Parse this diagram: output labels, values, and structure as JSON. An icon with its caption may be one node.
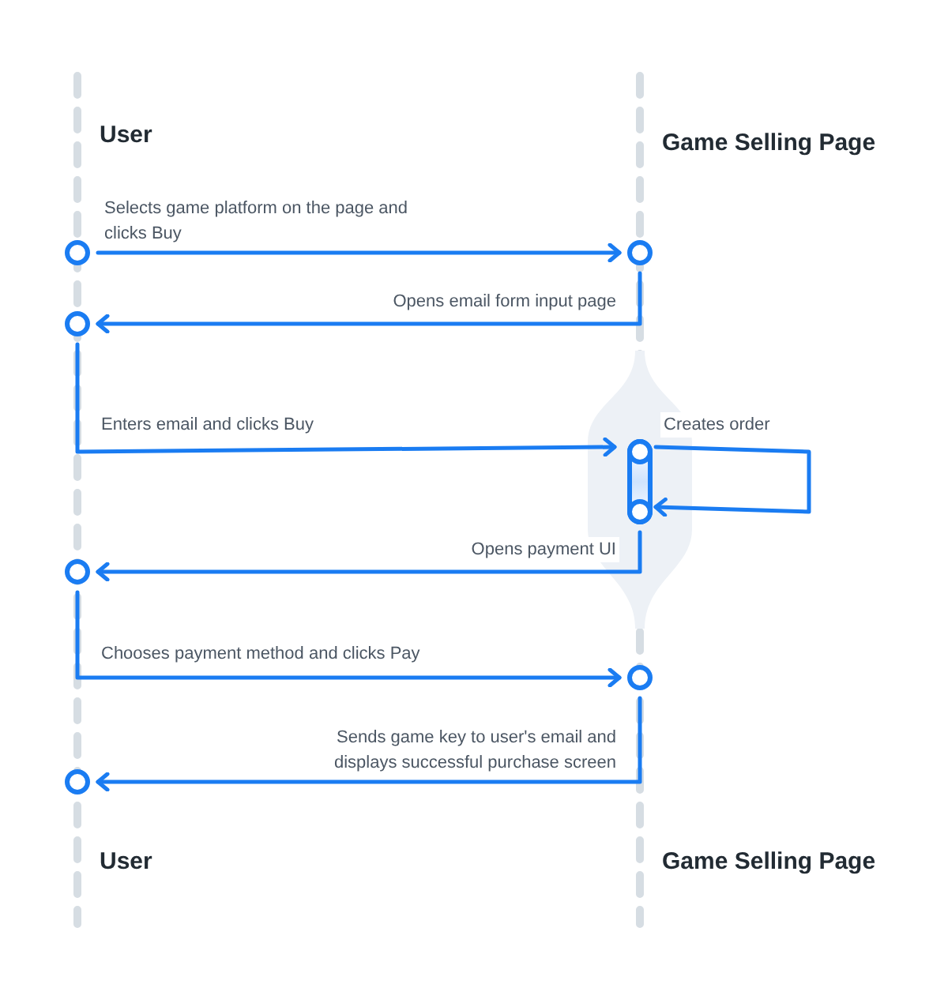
{
  "diagram": {
    "nodes": [
      {
        "text": [],
        "shape": "circle"
      },
      {
        "text": [],
        "shape": "circle"
      },
      {
        "text": [],
        "shape": "circle"
      },
      {
        "text": [],
        "shape": "bar"
      },
      {
        "text": [],
        "shape": "circle",
        "in": 3
      },
      {
        "text": [],
        "shape": "circle",
        "in": 3
      },
      {
        "text": [],
        "shape": "circle"
      },
      {
        "text": [],
        "shape": "circle"
      },
      {
        "text": [],
        "shape": "circle"
      }
    ],
    "edges": [
      {
        "from": 0,
        "to": 1,
        "arrow": "to",
        "label": "Selects game platform on the page and clicks Buy"
      },
      {
        "from": 1,
        "to": 2,
        "arrow": "to",
        "label": "Opens email form input page"
      },
      {
        "from": 2,
        "to": 4,
        "arrow": "to",
        "label": "Enters email and clicks Buy"
      },
      {
        "from": 4,
        "to": 5,
        "arrow": "to",
        "label": "Creates order"
      },
      {
        "from": 3,
        "to": 6,
        "arrow": "to",
        "label": "Opens payment UI"
      },
      {
        "from": 6,
        "to": 7,
        "arrow": "to",
        "label": "Chooses payment method and clicks Pay"
      },
      {
        "from": 7,
        "to": 8,
        "arrow": "to",
        "label": "Sends game key to user's email and displays successful purchase screen"
      }
    ],
    "labels": [
      "User",
      "Game Selling Page",
      "User",
      "Game Selling Page"
    ]
  }
}
